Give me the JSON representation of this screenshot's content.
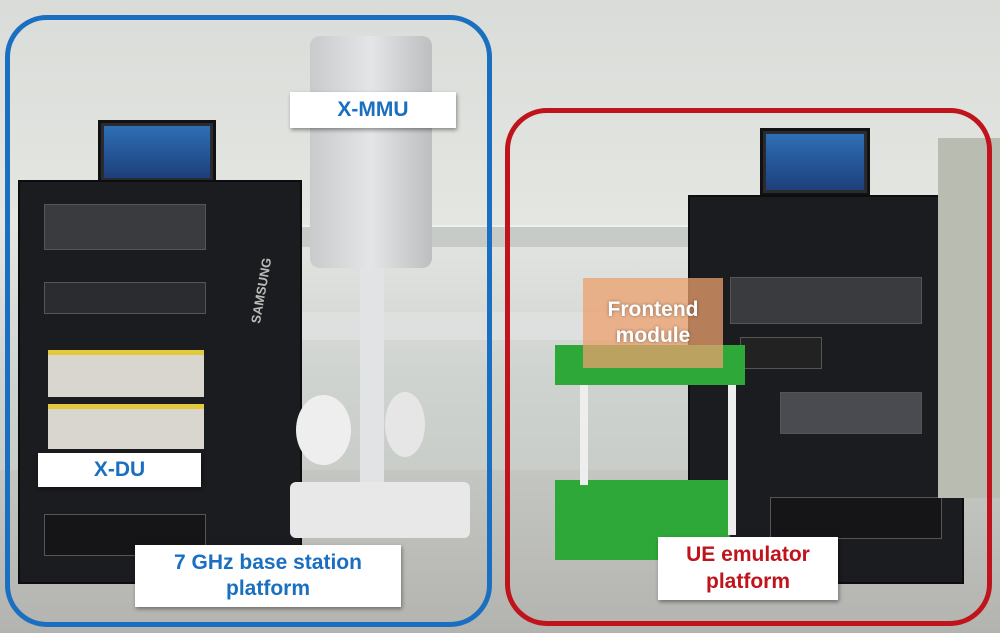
{
  "labels": {
    "x_mmu": "X-MMU",
    "x_du": "X-DU",
    "base_station_line1": "7 GHz base station",
    "base_station_line2": "platform",
    "frontend_line1": "Frontend",
    "frontend_line2": "module",
    "ue_line1": "UE emulator",
    "ue_line2": "platform"
  },
  "rack_brand": "SAMSUNG",
  "colors": {
    "blue_frame": "#1a6fc0",
    "red_frame": "#c0141c",
    "frontend_overlay": "#eca06e"
  }
}
